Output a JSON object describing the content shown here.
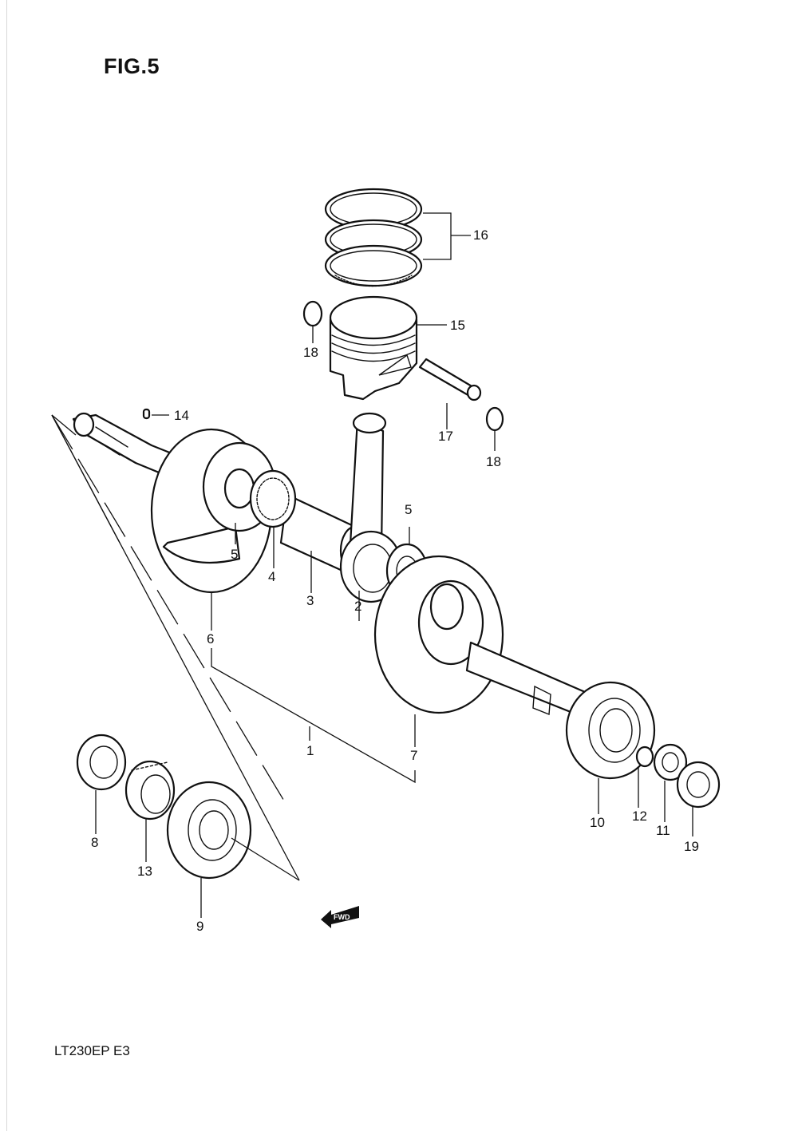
{
  "figure": {
    "title": "FIG.5"
  },
  "footer": {
    "model": "LT230EP  E3"
  },
  "fwd_arrow": {
    "label": "FWD"
  },
  "callouts": [
    "1",
    "2",
    "3",
    "4",
    "5",
    "5",
    "6",
    "7",
    "8",
    "9",
    "10",
    "11",
    "12",
    "13",
    "14",
    "15",
    "16",
    "17",
    "18",
    "18",
    "19"
  ]
}
